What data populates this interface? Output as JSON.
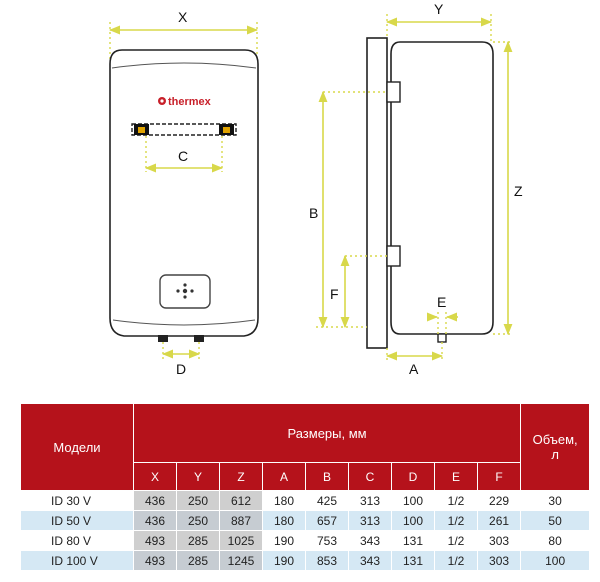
{
  "brand": "thermex",
  "dimension_labels": {
    "x": "X",
    "y": "Y",
    "z": "Z",
    "a": "A",
    "b": "B",
    "c": "C",
    "d": "D",
    "e": "E",
    "f": "F"
  },
  "table": {
    "models_header": "Модели",
    "sizes_header": "Размеры, мм",
    "volume_header_line1": "Объем,",
    "volume_header_line2": "л",
    "columns": [
      "X",
      "Y",
      "Z",
      "A",
      "B",
      "C",
      "D",
      "E",
      "F"
    ],
    "rows": [
      {
        "model": "ID 30 V",
        "cells": [
          "436",
          "250",
          "612",
          "180",
          "425",
          "313",
          "100",
          "1/2",
          "229"
        ],
        "volume": "30"
      },
      {
        "model": "ID 50 V",
        "cells": [
          "436",
          "250",
          "887",
          "180",
          "657",
          "313",
          "100",
          "1/2",
          "261"
        ],
        "volume": "50"
      },
      {
        "model": "ID 80 V",
        "cells": [
          "493",
          "285",
          "1025",
          "190",
          "753",
          "343",
          "131",
          "1/2",
          "303"
        ],
        "volume": "80"
      },
      {
        "model": "ID 100 V",
        "cells": [
          "493",
          "285",
          "1245",
          "190",
          "853",
          "343",
          "131",
          "1/2",
          "303"
        ],
        "volume": "100"
      }
    ]
  },
  "colors": {
    "header_red": "#b5121b",
    "dimension_yellow": "#d8d84a",
    "row_blue": "#d5e8f4"
  }
}
